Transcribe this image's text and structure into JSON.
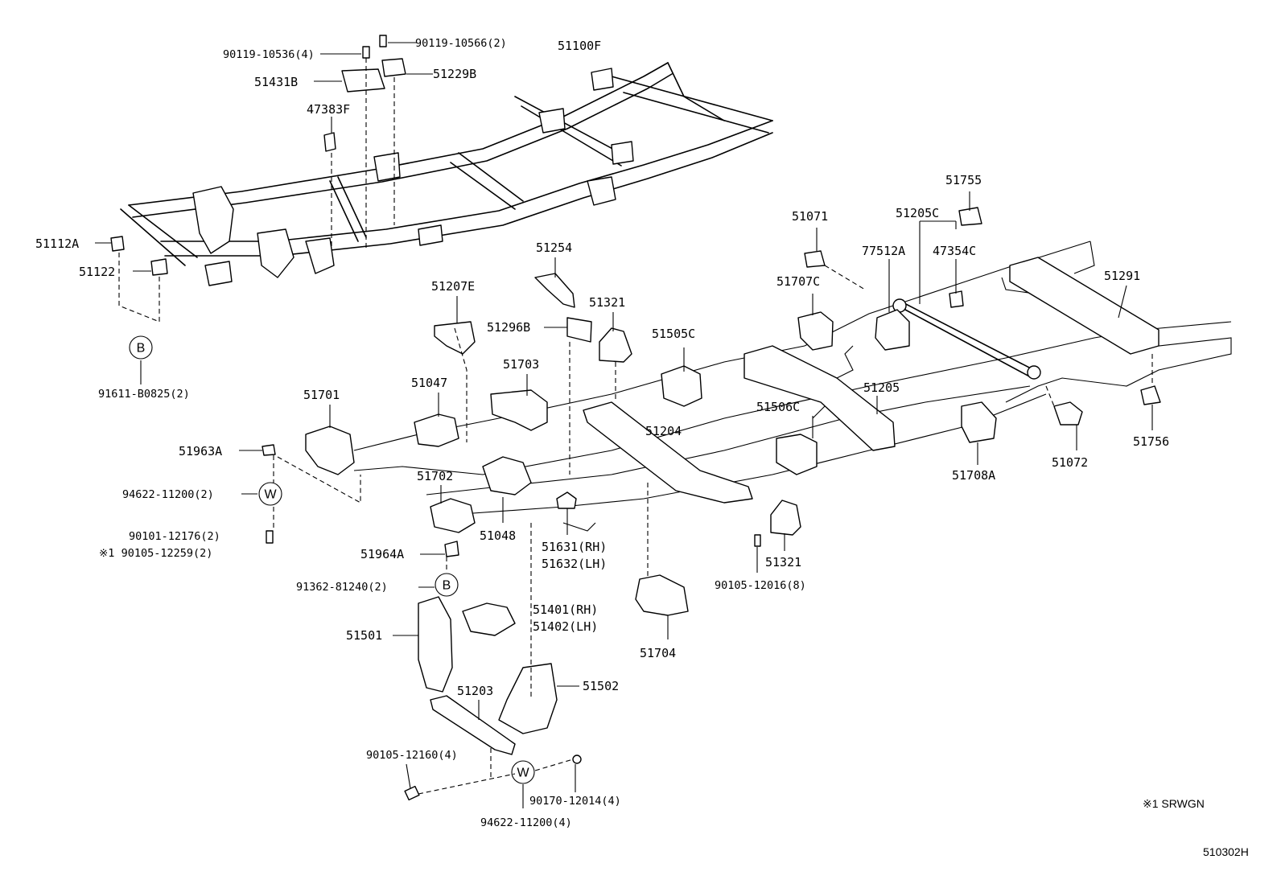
{
  "parts": {
    "p90119_10536": "90119-10536(4)",
    "p90119_10566": "90119-10566(2)",
    "p51100F": "51100F",
    "p51431B": "51431B",
    "p51229B": "51229B",
    "p47383F": "47383F",
    "p51112A": "51112A",
    "p51122": "51122",
    "p91611_B0825": "91611-B0825(2)",
    "p51254": "51254",
    "p51207E": "51207E",
    "p51296B": "51296B",
    "p51321_top": "51321",
    "p51703": "51703",
    "p51047": "51047",
    "p51701": "51701",
    "p51963A": "51963A",
    "p94622_11200_2": "94622-11200(2)",
    "p90101_12176": "90101-12176(2)",
    "p90105_12259": "※1 90105-12259(2)",
    "p51702": "51702",
    "p51048": "51048",
    "p51964A": "51964A",
    "p91362_81240": "91362-81240(2)",
    "p51631": "51631(RH)",
    "p51632": "51632(LH)",
    "p51401": "51401(RH)",
    "p51402": "51402(LH)",
    "p51501": "51501",
    "p51203": "51203",
    "p51502": "51502",
    "p90105_12160": "90105-12160(4)",
    "p90170_12014": "90170-12014(4)",
    "p94622_11200_4": "94622-11200(4)",
    "p51505C": "51505C",
    "p51204": "51204",
    "p51704": "51704",
    "p51321_bottom": "51321",
    "p90105_12016": "90105-12016(8)",
    "p51071": "51071",
    "p51707C": "51707C",
    "p51205C": "51205C",
    "p77512A": "77512A",
    "p47354C": "47354C",
    "p51755": "51755",
    "p51291": "51291",
    "p51205": "51205",
    "p51506C": "51506C",
    "p51708A": "51708A",
    "p51072": "51072",
    "p51756": "51756"
  },
  "markers": {
    "b": "B",
    "w": "W"
  },
  "notes": {
    "footnote": "※1 SRWGN",
    "figure_code": "510302H"
  }
}
